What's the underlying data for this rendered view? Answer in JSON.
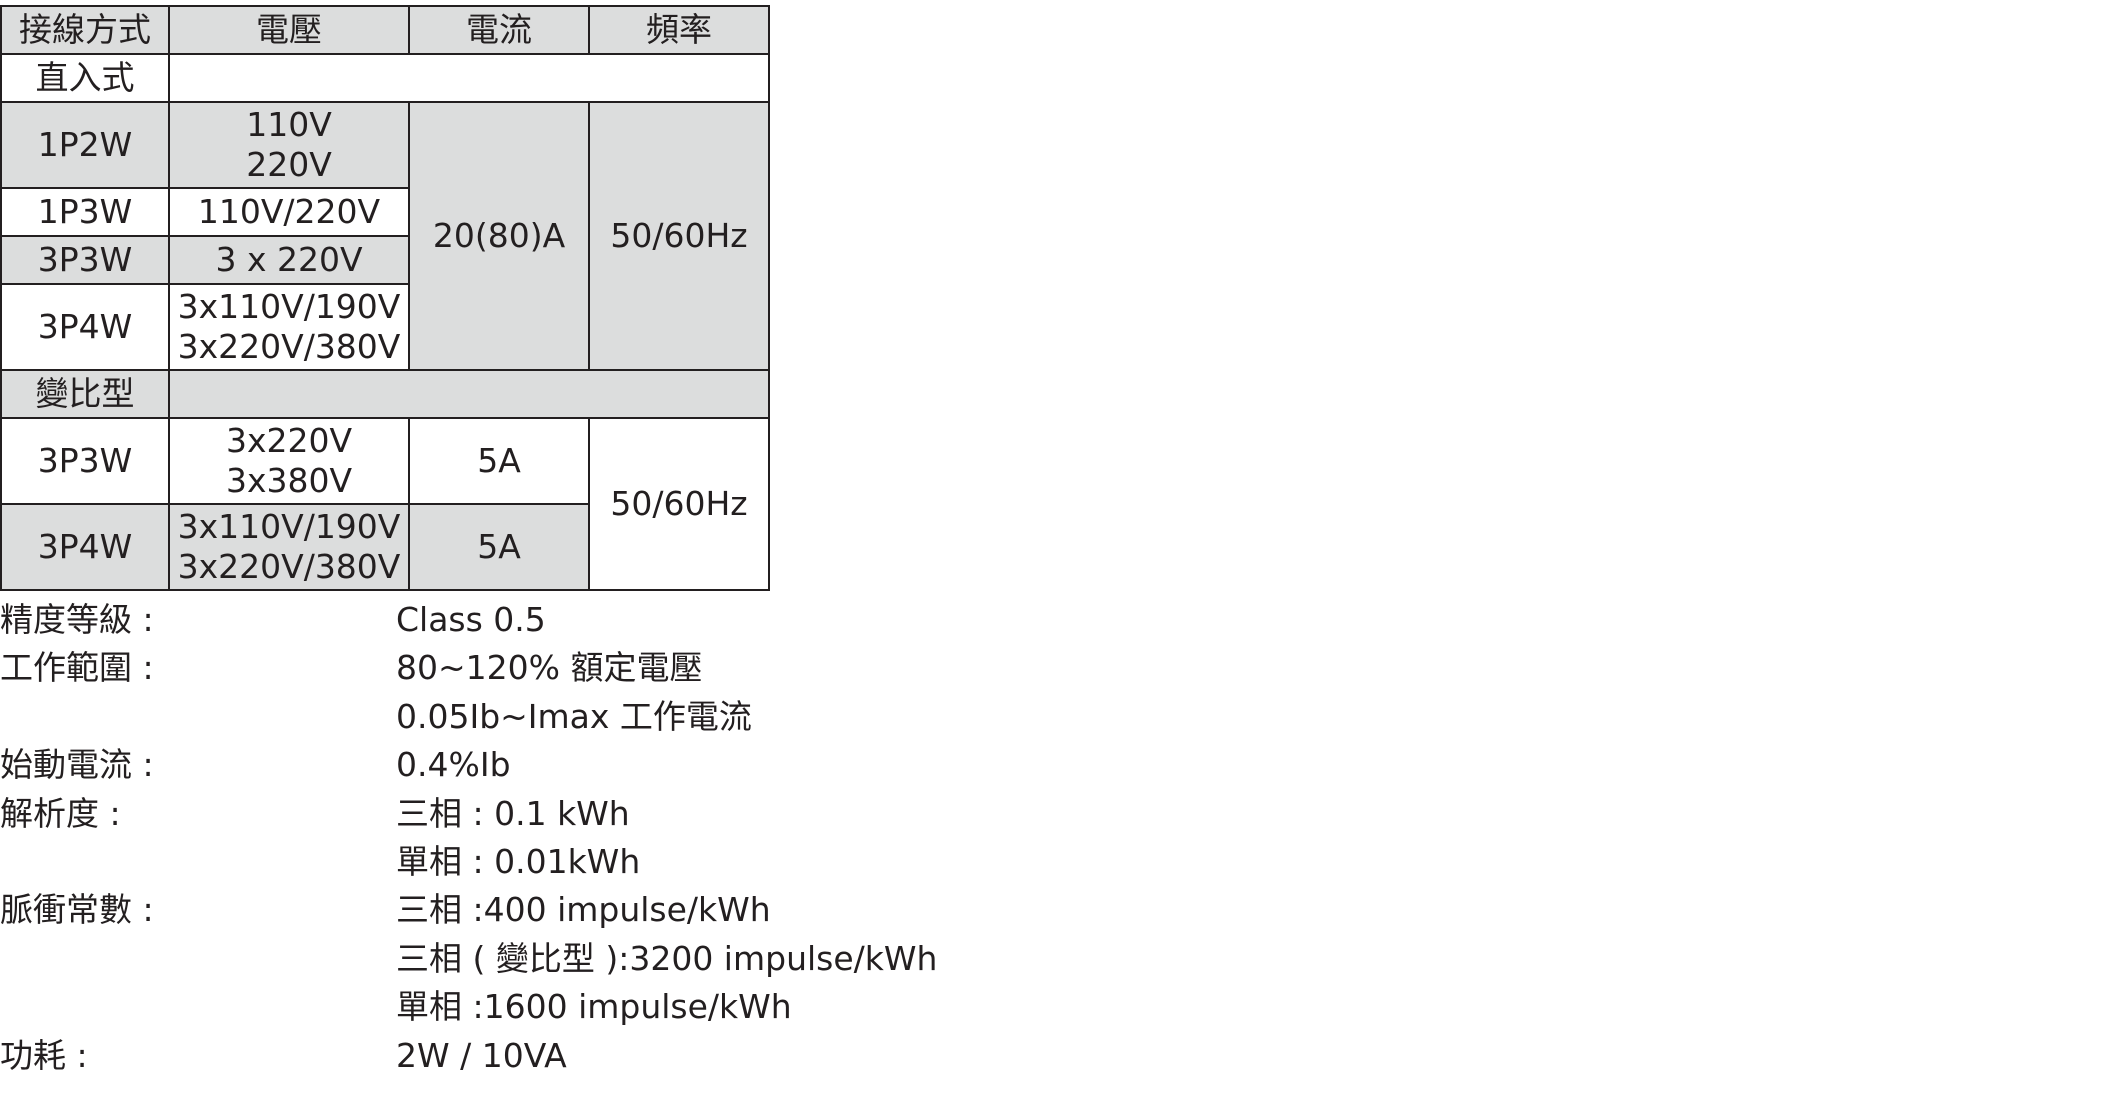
{
  "table": {
    "headers": [
      "接線方式",
      "電壓",
      "電流",
      "頻率"
    ],
    "sections": [
      {
        "title": "直入式",
        "rows": [
          {
            "mode": "1P2W",
            "voltage": [
              "110V",
              "220V"
            ]
          },
          {
            "mode": "1P3W",
            "voltage": [
              "110V/220V"
            ]
          },
          {
            "mode": "3P3W",
            "voltage": [
              "3 x 220V"
            ]
          },
          {
            "mode": "3P4W",
            "voltage": [
              "3x110V/190V",
              "3x220V/380V"
            ]
          }
        ],
        "current": "20(80)A",
        "frequency": "50/60Hz"
      },
      {
        "title": "變比型",
        "rows": [
          {
            "mode": "3P3W",
            "voltage": [
              "3x220V",
              "3x380V"
            ],
            "current": "5A"
          },
          {
            "mode": "3P4W",
            "voltage": [
              "3x110V/190V",
              "3x220V/380V"
            ],
            "current": "5A"
          }
        ],
        "frequency": "50/60Hz"
      }
    ]
  },
  "specs": [
    {
      "label": "精度等級 :",
      "values": [
        "Class 0.5"
      ]
    },
    {
      "label": "工作範圍 :",
      "values": [
        "80~120% 額定電壓",
        "0.05Ib~Imax 工作電流"
      ]
    },
    {
      "label": "始動電流 :",
      "values": [
        "0.4%Ib"
      ]
    },
    {
      "label": "解析度 :",
      "values": [
        "三相 : 0.1 kWh",
        "單相 : 0.01kWh"
      ]
    },
    {
      "label": "脈衝常數 :",
      "values": [
        "三相 :400 impulse/kWh",
        "三相 ( 變比型 ):3200 impulse/kWh",
        "單相 :1600 impulse/kWh"
      ]
    },
    {
      "label": "功耗 :",
      "values": [
        "2W / 10VA"
      ]
    }
  ],
  "colors": {
    "cell_gray": "#dcdddd",
    "border": "#231f20",
    "text": "#231f20"
  }
}
